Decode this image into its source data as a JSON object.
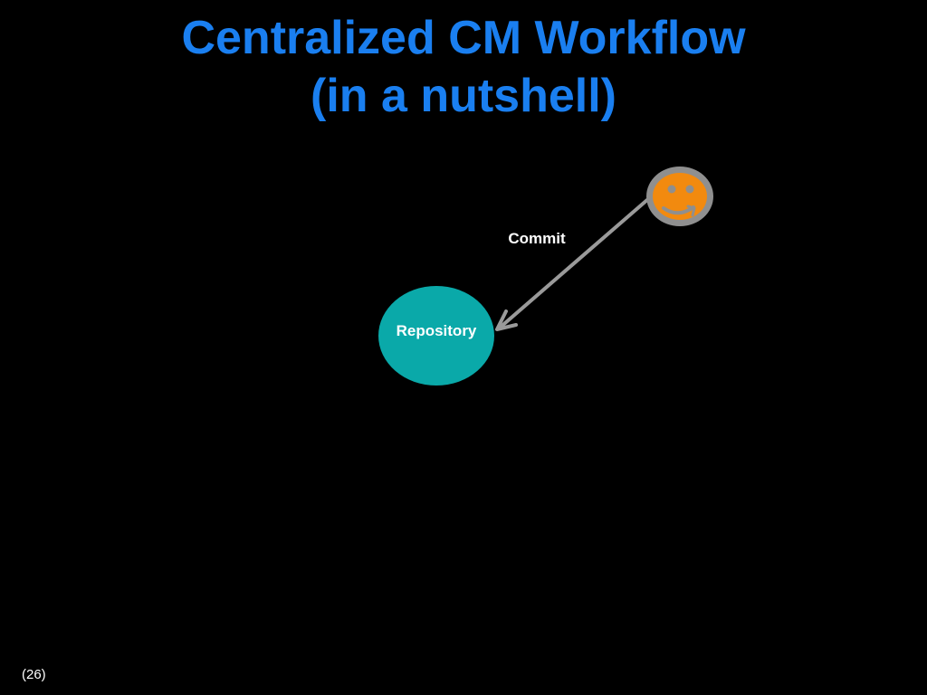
{
  "slide": {
    "title_line1": "Centralized CM Workflow",
    "title_line2": "(in a nutshell)",
    "page_number": "(26)"
  },
  "diagram": {
    "repository_label": "Repository",
    "commit_label": "Commit",
    "repository_icon": "repository-node",
    "developer_icon": "smiley-face-icon",
    "colors": {
      "background": "#000000",
      "title": "#1a7ff0",
      "repository_fill": "#0aa9a9",
      "developer_fill": "#f28a0f",
      "developer_ring": "#8f8f8f",
      "arrow": "#9a9a9a",
      "label_text": "#ffffff"
    }
  }
}
